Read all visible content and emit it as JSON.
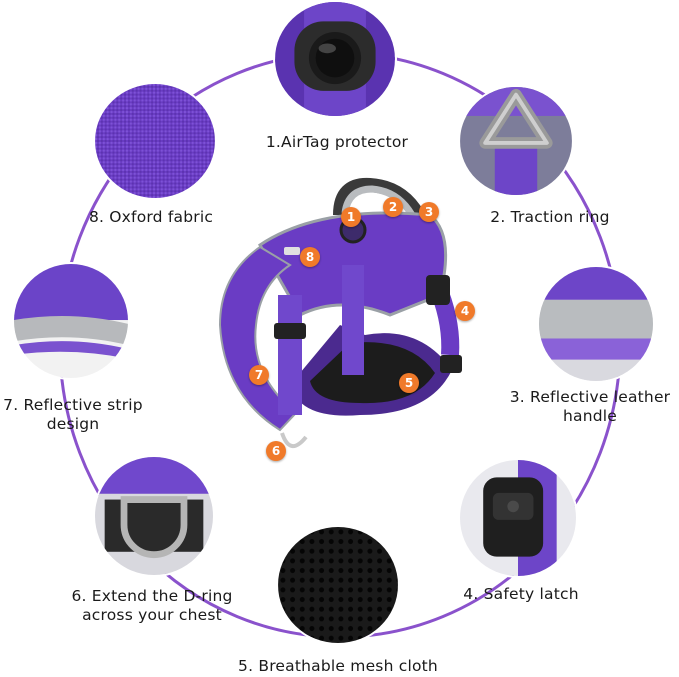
{
  "colors": {
    "ring": "#8a52cc",
    "purple": "#6a3cc4",
    "purple_dark": "#4b2a8f",
    "badge": "#f07a2a",
    "reflective": "#bfc2c4"
  },
  "features": [
    {
      "number": "1",
      "label": "1.AirTag protector",
      "icon": "airtag-protector-icon"
    },
    {
      "number": "2",
      "label": "2. Traction ring",
      "icon": "traction-ring-icon"
    },
    {
      "number": "3",
      "label_line1": "3. Reflective leather",
      "label_line2": "handle",
      "icon": "reflective-handle-icon"
    },
    {
      "number": "4",
      "label": "4. Safety latch",
      "icon": "safety-latch-icon"
    },
    {
      "number": "5",
      "label": "5. Breathable mesh cloth",
      "icon": "mesh-cloth-icon"
    },
    {
      "number": "6",
      "label_line1": "6. Extend the D-ring",
      "label_line2": "across your chest",
      "icon": "d-ring-icon"
    },
    {
      "number": "7",
      "label_line1": "7. Reflective strip",
      "label_line2": "design",
      "icon": "reflective-strip-icon"
    },
    {
      "number": "8",
      "label": "8. Oxford fabric",
      "icon": "oxford-fabric-icon"
    }
  ],
  "badges": [
    "1",
    "2",
    "3",
    "4",
    "5",
    "6",
    "7",
    "8"
  ]
}
